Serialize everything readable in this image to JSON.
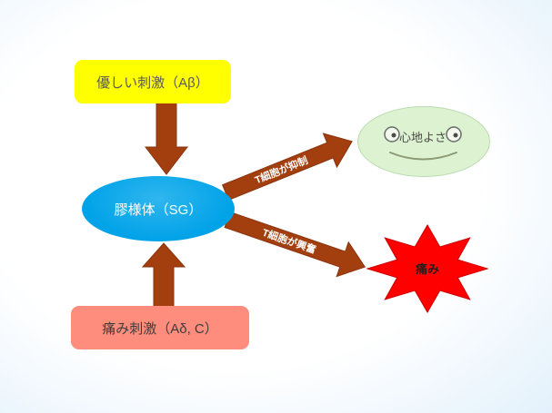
{
  "colors": {
    "bg_center": "#ffffff",
    "bg_edge": "#d7ebfa",
    "arrow": "#a33e0f",
    "arrow_label": "#ffffff",
    "yellow_box": "#ffff00",
    "pink_box": "#ff8d7e",
    "blue_ellipse": "#00a2e8",
    "green_ellipse": "#ddf2d1",
    "red_burst": "#ff0000"
  },
  "nodes": {
    "gentle_stimulus": {
      "label": "優しい刺激（Aβ）"
    },
    "sg": {
      "label": "膠様体（SG）"
    },
    "pain_stimulus": {
      "label": "痛み刺激（Aδ, C）"
    },
    "comfort": {
      "label": "心地よさ"
    },
    "pain": {
      "label": "痛み"
    }
  },
  "arrows": {
    "gentle_to_sg": {
      "label": ""
    },
    "pain_to_sg": {
      "label": ""
    },
    "inhibit": {
      "label": "T細胞が抑制"
    },
    "excite": {
      "label": "T細胞が興奮"
    }
  }
}
